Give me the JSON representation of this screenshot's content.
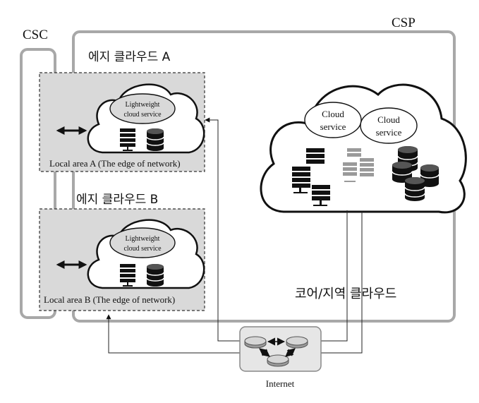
{
  "csc_label": "CSC",
  "csp_label": "CSP",
  "edge_a": {
    "title": "에지 클라우드 A",
    "cloud_text_line1": "Lightweight",
    "cloud_text_line2": "cloud service",
    "area_label": "Local area A (The edge of network)"
  },
  "edge_b": {
    "title": "에지 클라우드 B",
    "cloud_text_line1": "Lightweight",
    "cloud_text_line2": "cloud service",
    "area_label": "Local area B (The edge of network)"
  },
  "core": {
    "service1_line1": "Cloud",
    "service1_line2": "service",
    "service2_line1": "Cloud",
    "service2_line2": "service",
    "label": "코어/지역 클라우드"
  },
  "internet_label": "Internet",
  "colors": {
    "frame_gray": "#a8a8a8",
    "edge_fill": "#d9d9d9",
    "internet_fill": "#e6e6e6",
    "ink": "#111111"
  }
}
